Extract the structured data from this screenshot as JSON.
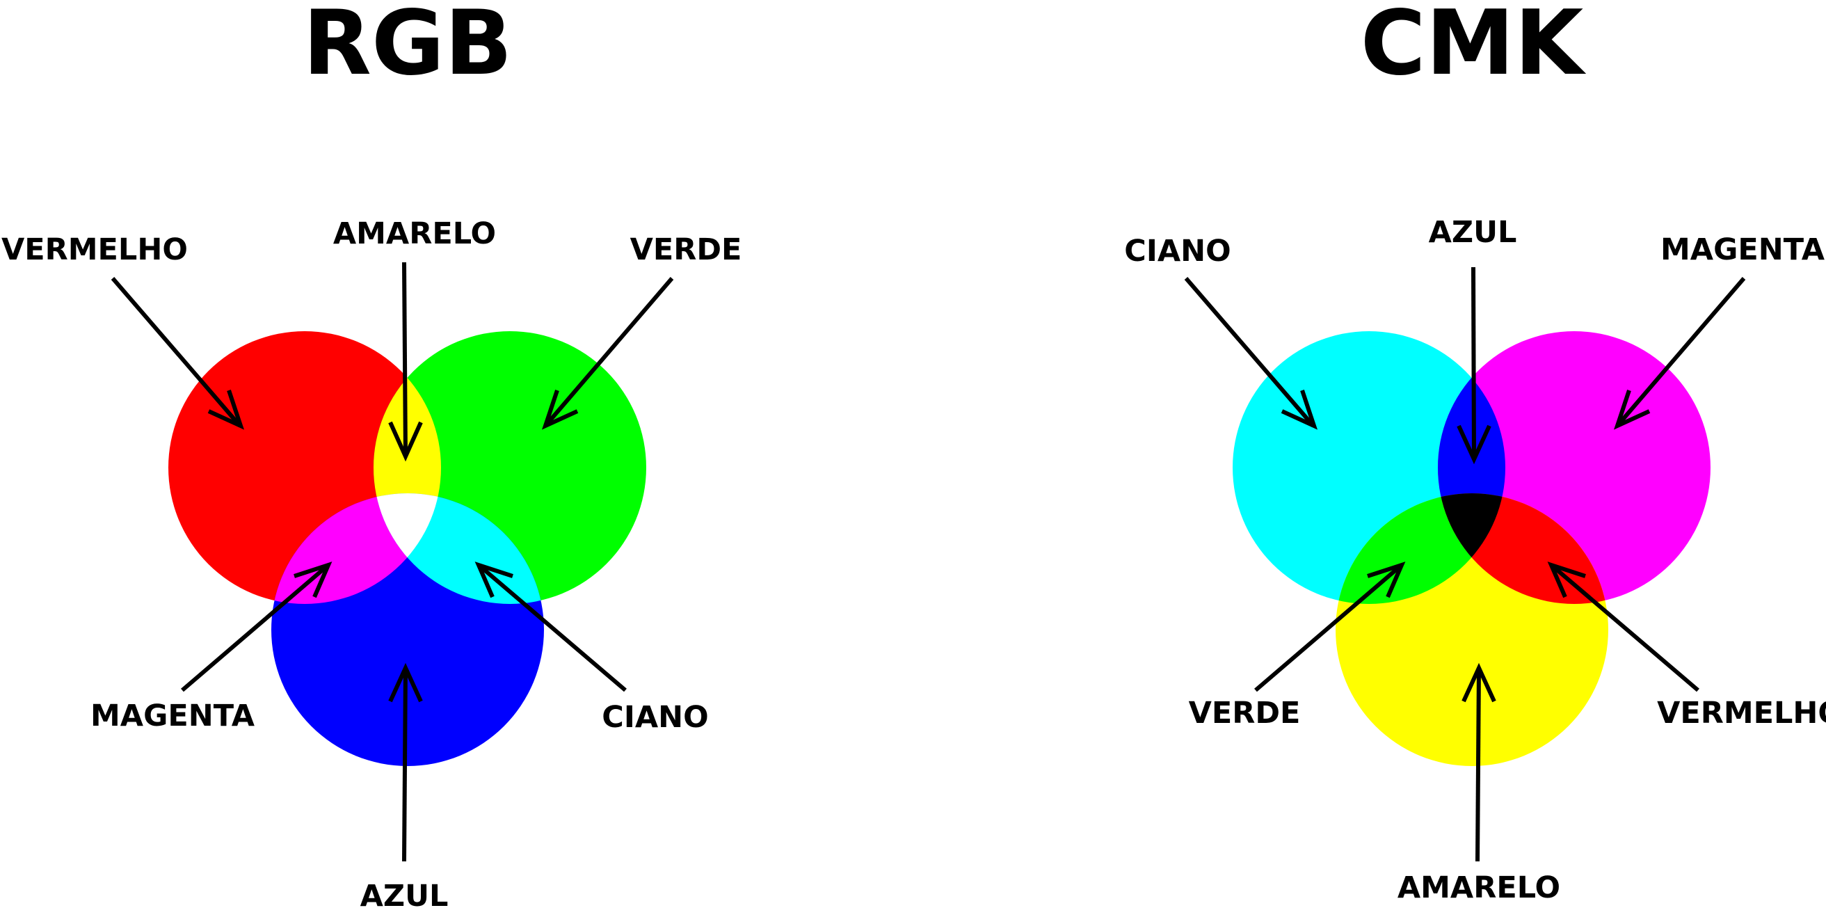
{
  "rgb": {
    "title": "RGB",
    "colors": {
      "red": "#ff0000",
      "green": "#00ff00",
      "blue": "#0000ff",
      "yellow": "#ffff00",
      "magenta": "#ff00ff",
      "cyan": "#00ffff",
      "white": "#ffffff"
    },
    "labels": {
      "vermelho": "VERMELHO",
      "amarelo": "AMARELO",
      "verde": "VERDE",
      "magenta": "MAGENTA",
      "ciano": "CIANO",
      "azul": "AZUL"
    }
  },
  "cmk": {
    "title": "CMK",
    "colors": {
      "cyan": "#00ffff",
      "magenta": "#ff00ff",
      "yellow": "#ffff00",
      "blue": "#0000ff",
      "green": "#00ff00",
      "red": "#ff0000",
      "black": "#000000"
    },
    "labels": {
      "ciano": "CIANO",
      "azul": "AZUL",
      "magenta": "MAGENTA",
      "verde": "VERDE",
      "vermelho": "VERMELHO",
      "amarelo": "AMARELO"
    }
  }
}
